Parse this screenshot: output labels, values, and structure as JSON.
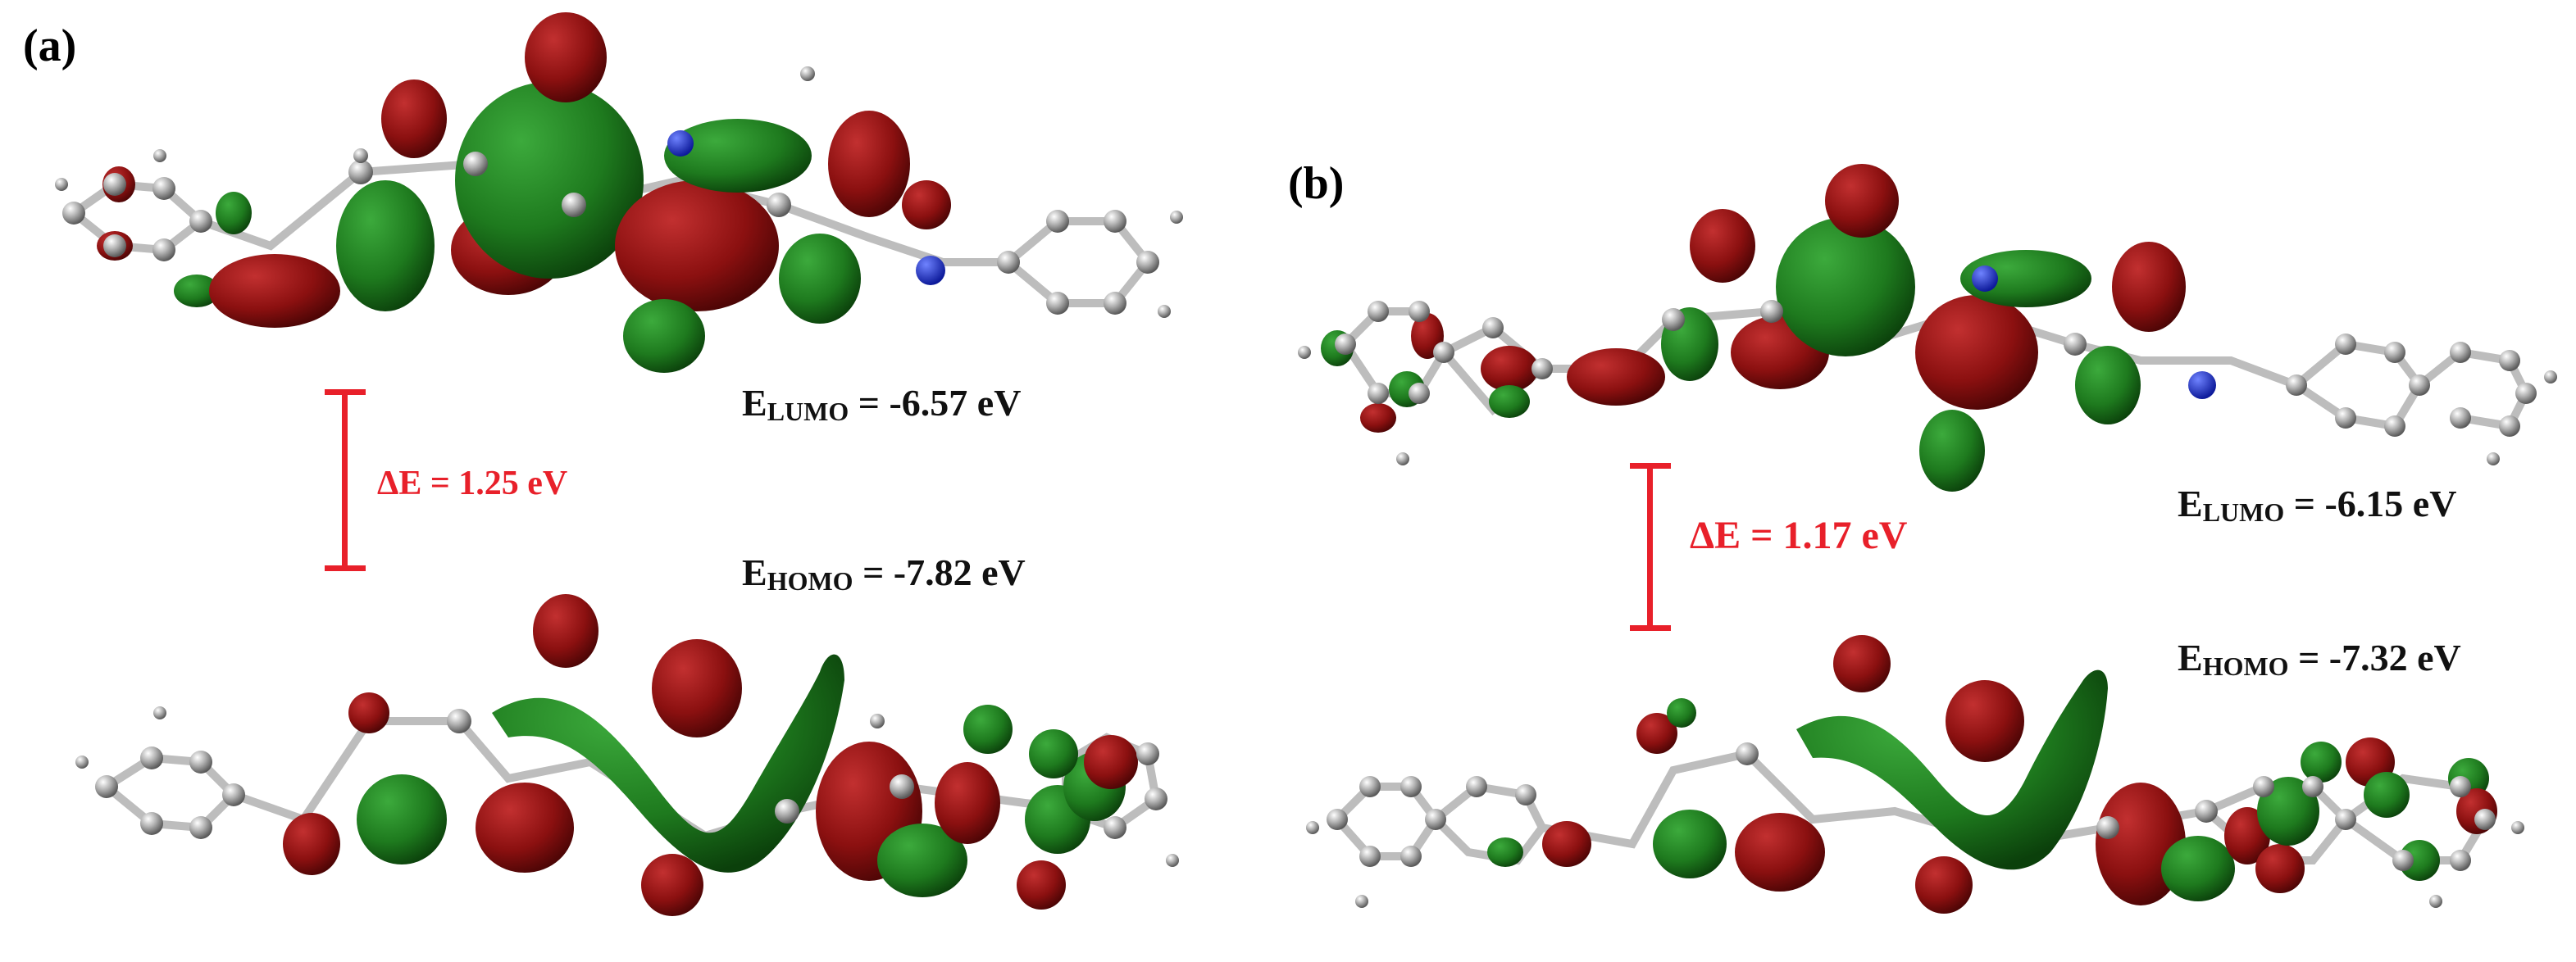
{
  "panels": [
    {
      "label": "(a)",
      "lumo": {
        "prefix": "E",
        "sub": "LUMO",
        "sep": " = ",
        "value": "-6.57 eV"
      },
      "homo": {
        "prefix": "E",
        "sub": "HOMO",
        "sep": " = ",
        "value": "-7.82 eV"
      },
      "gap": "ΔE = 1.25 eV"
    },
    {
      "label": "(b)",
      "lumo": {
        "prefix": "E",
        "sub": "LUMO",
        "sep": " = ",
        "value": "-6.15 eV"
      },
      "homo": {
        "prefix": "E",
        "sub": "HOMO",
        "sep": " = ",
        "value": "-7.32 eV"
      },
      "gap": "ΔE =  1.17 eV"
    }
  ],
  "colors": {
    "lobe_red": "#8b1010",
    "lobe_green": "#1e7a1e",
    "gap_red": "#e8202a",
    "atom_carbon": "#9a9a9a",
    "atom_nitrogen": "#1a2fd0"
  }
}
